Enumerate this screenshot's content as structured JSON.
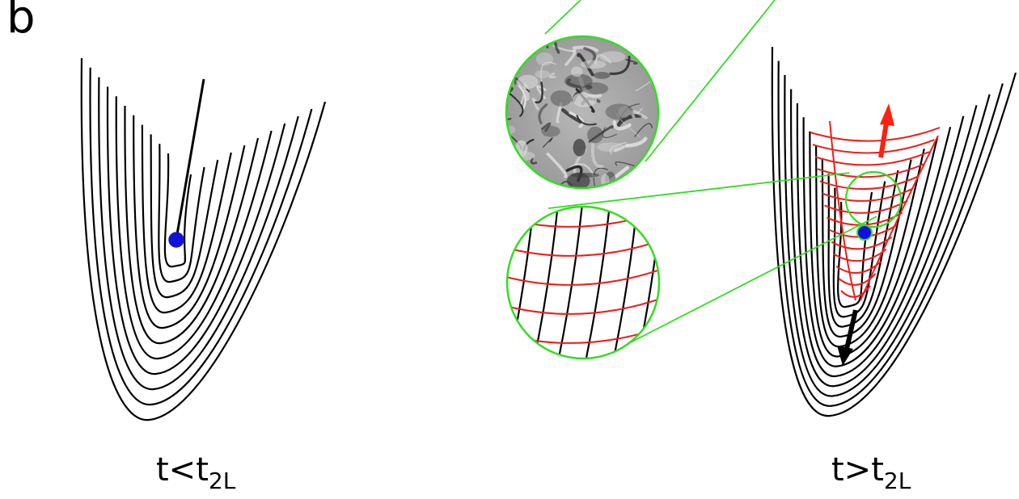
{
  "panel": {
    "label": "b"
  },
  "captions": {
    "left": {
      "main": "t<t",
      "sub": "2L"
    },
    "right": {
      "main": "t>t",
      "sub": "2L"
    }
  },
  "colors": {
    "contour": "#000000",
    "ball": "#1010e0",
    "ball_outline": "#2020a0",
    "grid": "#ee1c1c",
    "highlight": "#33dd22",
    "texture_dark": "#2a2a2a",
    "texture_light": "#cfcfcf",
    "arrow_up": "#ff2010",
    "arrow_down": "#000000"
  },
  "icons": {
    "ball": "blue-ball-icon",
    "arrow_up": "red-arrow-up-icon",
    "arrow_down": "black-arrow-down-icon"
  }
}
